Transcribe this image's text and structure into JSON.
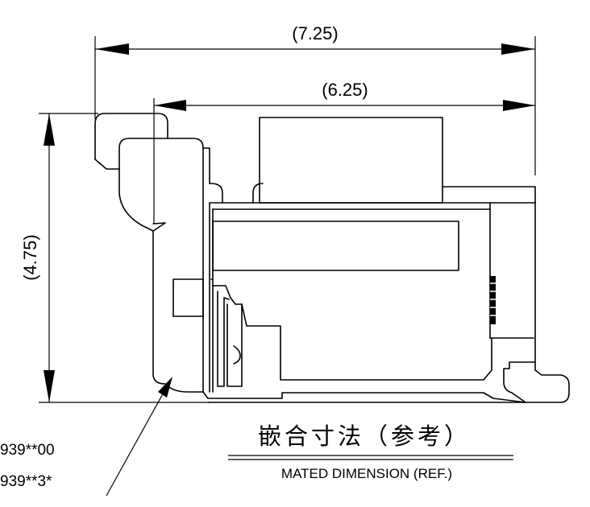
{
  "dimensions": {
    "overall_width": "(7.25)",
    "inner_width": "(6.25)",
    "height": "(4.75)"
  },
  "part_numbers": [
    "939**00",
    "939**3*"
  ],
  "caption": {
    "japanese": "嵌合寸法（参考）",
    "english": "MATED DIMENSION (REF.)"
  }
}
